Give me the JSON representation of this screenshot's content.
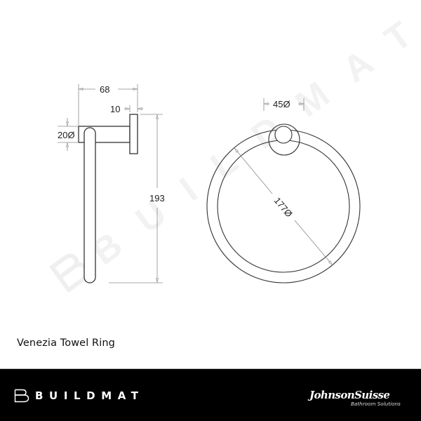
{
  "product": {
    "title": "Venezia Towel Ring"
  },
  "drawing": {
    "side_view": {
      "projection_label": "68",
      "plate_thickness_label": "10",
      "tube_diameter_label": "20Ø",
      "height_label": "193"
    },
    "front_view": {
      "backplate_diameter_label": "45Ø",
      "ring_diameter_label": "177Ø"
    },
    "line_color": "#333333",
    "dimension_color": "#888888"
  },
  "watermark": {
    "text": "BUILDMAT",
    "color": "#f2f2f2"
  },
  "footer": {
    "background": "#000000",
    "brand_left": "BUILDMAT",
    "brand_right": "JohnsonSuisse",
    "brand_right_subtitle": "Bathroom Solutions"
  }
}
